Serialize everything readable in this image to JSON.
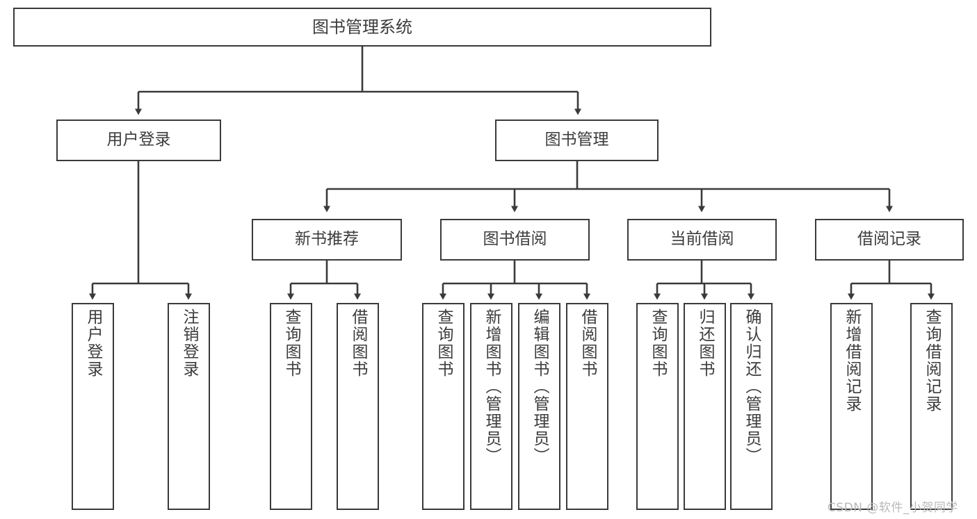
{
  "diagram": {
    "title": "图书管理系统",
    "type": "function-structure-tree",
    "levels": 4,
    "orientation": "top-down"
  },
  "nodes": {
    "root": {
      "label": "图书管理系统"
    },
    "level2": [
      {
        "id": "user-login",
        "label": "用户登录"
      },
      {
        "id": "book-manage",
        "label": "图书管理"
      }
    ],
    "level3": [
      {
        "id": "new-book-recommend",
        "label": "新书推荐"
      },
      {
        "id": "book-borrow",
        "label": "图书借阅"
      },
      {
        "id": "current-borrow",
        "label": "当前借阅"
      },
      {
        "id": "borrow-record",
        "label": "借阅记录"
      }
    ],
    "leaves": {
      "user_login": [
        {
          "id": "leaf-user-login",
          "label": "用户登录"
        },
        {
          "id": "leaf-logout-login",
          "label": "注销登录"
        }
      ],
      "new_book_recommend": [
        {
          "id": "leaf-query-book-1",
          "label": "查询图书"
        },
        {
          "id": "leaf-borrow-book-1",
          "label": "借阅图书"
        }
      ],
      "book_borrow": [
        {
          "id": "leaf-query-book-2",
          "label": "查询图书"
        },
        {
          "id": "leaf-add-book",
          "label": "新增图书（管理员）"
        },
        {
          "id": "leaf-edit-book",
          "label": "编辑图书（管理员）"
        },
        {
          "id": "leaf-borrow-book-2",
          "label": "借阅图书"
        }
      ],
      "current_borrow": [
        {
          "id": "leaf-query-book-3",
          "label": "查询图书"
        },
        {
          "id": "leaf-return-book",
          "label": "归还图书"
        },
        {
          "id": "leaf-confirm-return",
          "label": "确认归还（管理员）"
        }
      ],
      "borrow_record": [
        {
          "id": "leaf-add-borrow-record",
          "label": "新增借阅记录"
        },
        {
          "id": "leaf-query-borrow-record",
          "label": "查询借阅记录"
        }
      ]
    }
  },
  "watermark": {
    "text": "CSDN @软件_小贺同学"
  },
  "colors": {
    "stroke": "#3a3a3a",
    "text": "#3c3c3c",
    "background": "#ffffff",
    "watermark": "#b9b9b9"
  }
}
